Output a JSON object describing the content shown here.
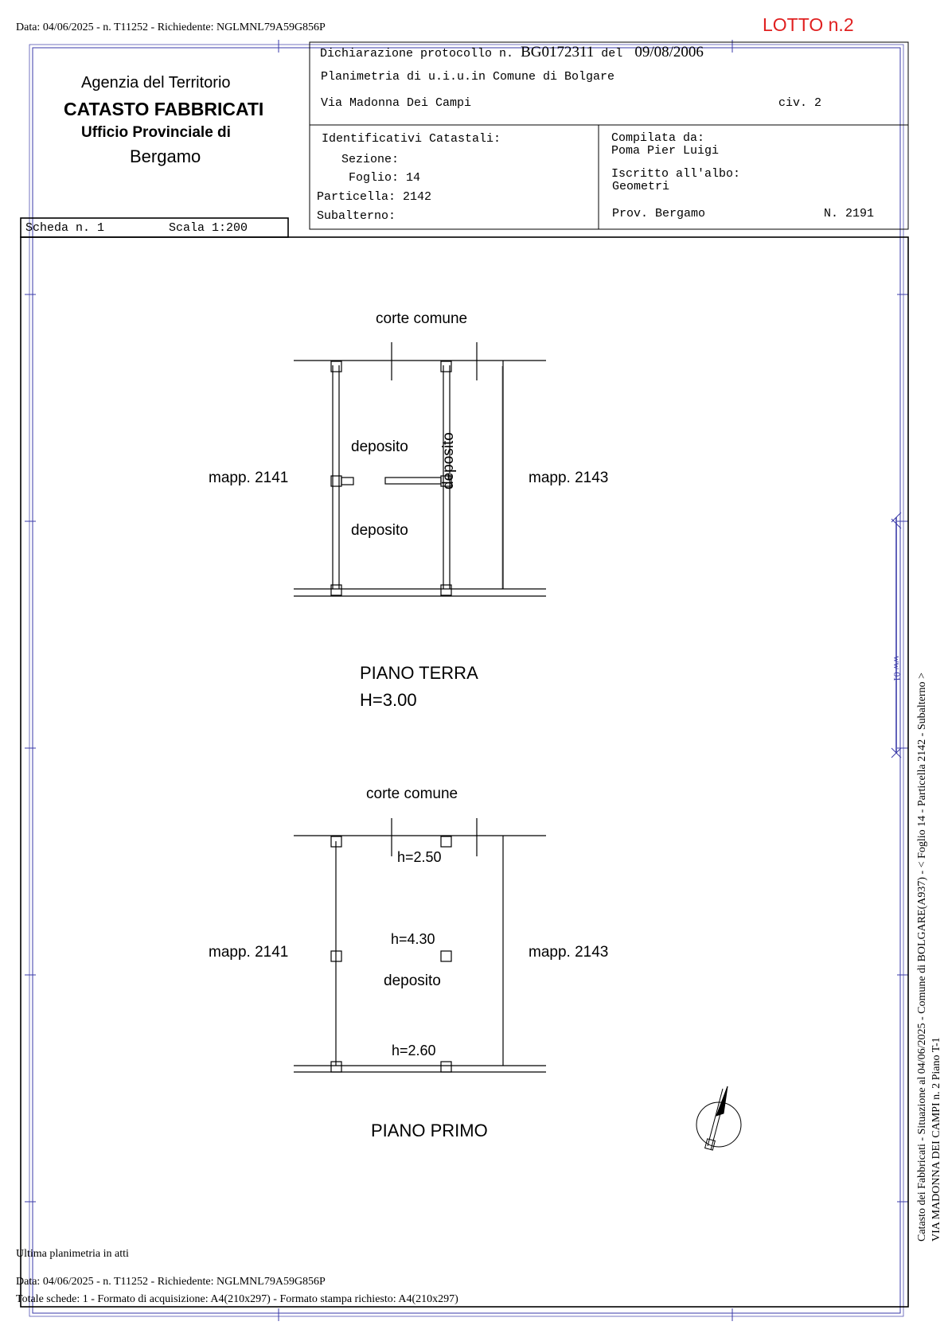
{
  "header": {
    "top_line": "Data: 04/06/2025 - n. T11252 - Richiedente: NGLMNL79A59G856P",
    "lotto": "LOTTO n.2"
  },
  "office": {
    "line1": "Agenzia del Territorio",
    "line2": "CATASTO FABBRICATI",
    "line3": "Ufficio Provinciale di",
    "line4": "Bergamo"
  },
  "declaration": {
    "prefix": "Dichiarazione protocollo n.",
    "protocol": "BG0172311",
    "del_label": "del",
    "date": "09/08/2006",
    "planimetria": "Planimetria di u.i.u.in Comune di Bolgare",
    "address": "Via Madonna Dei Campi",
    "civico": "civ. 2"
  },
  "identifiers": {
    "title": "Identificativi Catastali:",
    "sezione": "Sezione:",
    "foglio": "Foglio: 14",
    "particella": "Particella: 2142",
    "subalterno": "Subalterno:"
  },
  "compiler": {
    "compilata_label": "Compilata da:",
    "compilata_name": "Poma Pier Luigi",
    "albo_label": "Iscritto all'albo:",
    "albo_value": "Geometri",
    "prov": "Prov. Bergamo",
    "number": "N.  2191"
  },
  "scheda": {
    "label": "Scheda n. 1",
    "scala": "Scala 1:200"
  },
  "ground_floor": {
    "corte": "corte comune",
    "left_mapp": "mapp. 2141",
    "right_mapp": "mapp. 2143",
    "room_upper": "deposito",
    "room_lower": "deposito",
    "room_side": "deposito",
    "title": "PIANO TERRA",
    "height": "H=3.00"
  },
  "first_floor": {
    "corte": "corte comune",
    "left_mapp": "mapp. 2141",
    "right_mapp": "mapp. 2143",
    "h_top": "h=2.50",
    "h_mid": "h=4.30",
    "room": "deposito",
    "h_bottom": "h=2.60",
    "title": "PIANO PRIMO"
  },
  "footer": {
    "ultima": "Ultima planimetria in atti",
    "data_line": "Data: 04/06/2025 - n. T11252 - Richiedente: NGLMNL79A59G856P",
    "totale_line": "Totale schede: 1 - Formato di acquisizione: A4(210x297)  - Formato stampa richiesto: A4(210x297)"
  },
  "side_text": {
    "line1": "Catasto dei Fabbricati - Situazione al 04/06/2025 - Comune di BOLGARE(A937) - < Foglio 14 - Particella  2142 - Subalterno >",
    "line2": "VIA MADONNA DEI CAMPI n. 2 Piano T-1",
    "stamp": "ww 01"
  },
  "colors": {
    "frame_blue": "#3a3aa8",
    "lotto_red": "#e02020",
    "ink": "#000000"
  }
}
